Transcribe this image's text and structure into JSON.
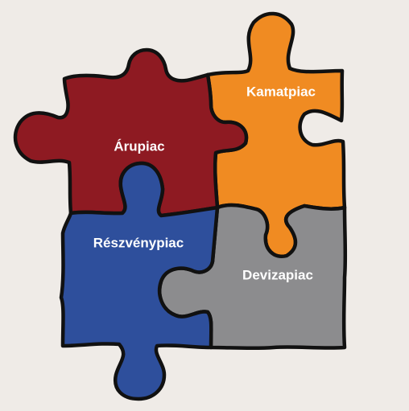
{
  "pieces": {
    "top_left": {
      "label": "Árupiac",
      "color": "#8e1a22"
    },
    "top_right": {
      "label": "Kamatpiac",
      "color": "#f08b22"
    },
    "bottom_left": {
      "label": "Részvénypiac",
      "color": "#2e4f9c"
    },
    "bottom_right": {
      "label": "Devizapiac",
      "color": "#8c8c8e"
    }
  },
  "background_color": "#efebe7"
}
